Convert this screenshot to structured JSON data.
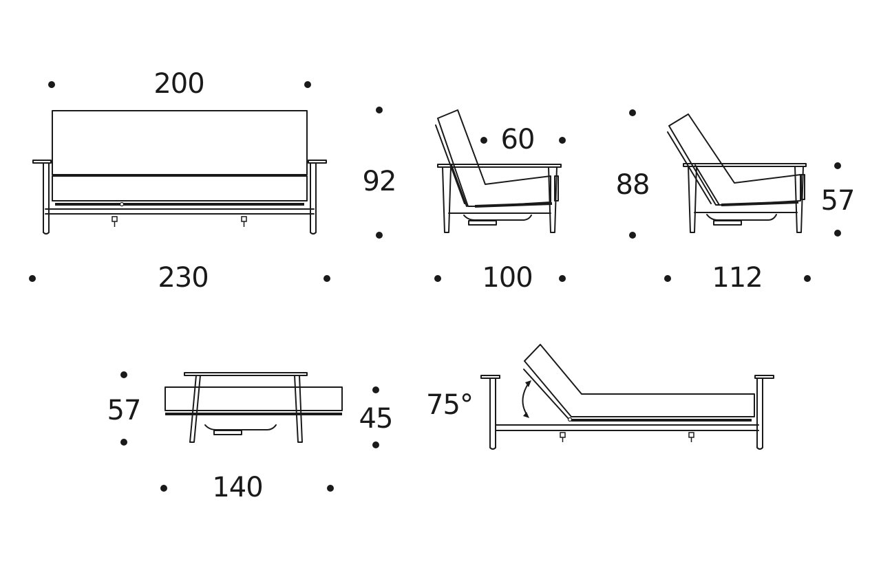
{
  "colors": {
    "ink": "#1a1a1a",
    "background": "#ffffff"
  },
  "views": {
    "front": {
      "width_label": "200",
      "overall_width_label": "230"
    },
    "side_sitting": {
      "height_label": "92",
      "seat_depth_label": "60",
      "depth_label": "100"
    },
    "side_reclined": {
      "height_label": "88",
      "arm_height_label": "57",
      "depth_label": "112"
    },
    "bed_side": {
      "height_label": "57",
      "mattress_height_label": "45",
      "length_label": "140"
    },
    "bed_front": {
      "angle_label": "75°"
    }
  }
}
